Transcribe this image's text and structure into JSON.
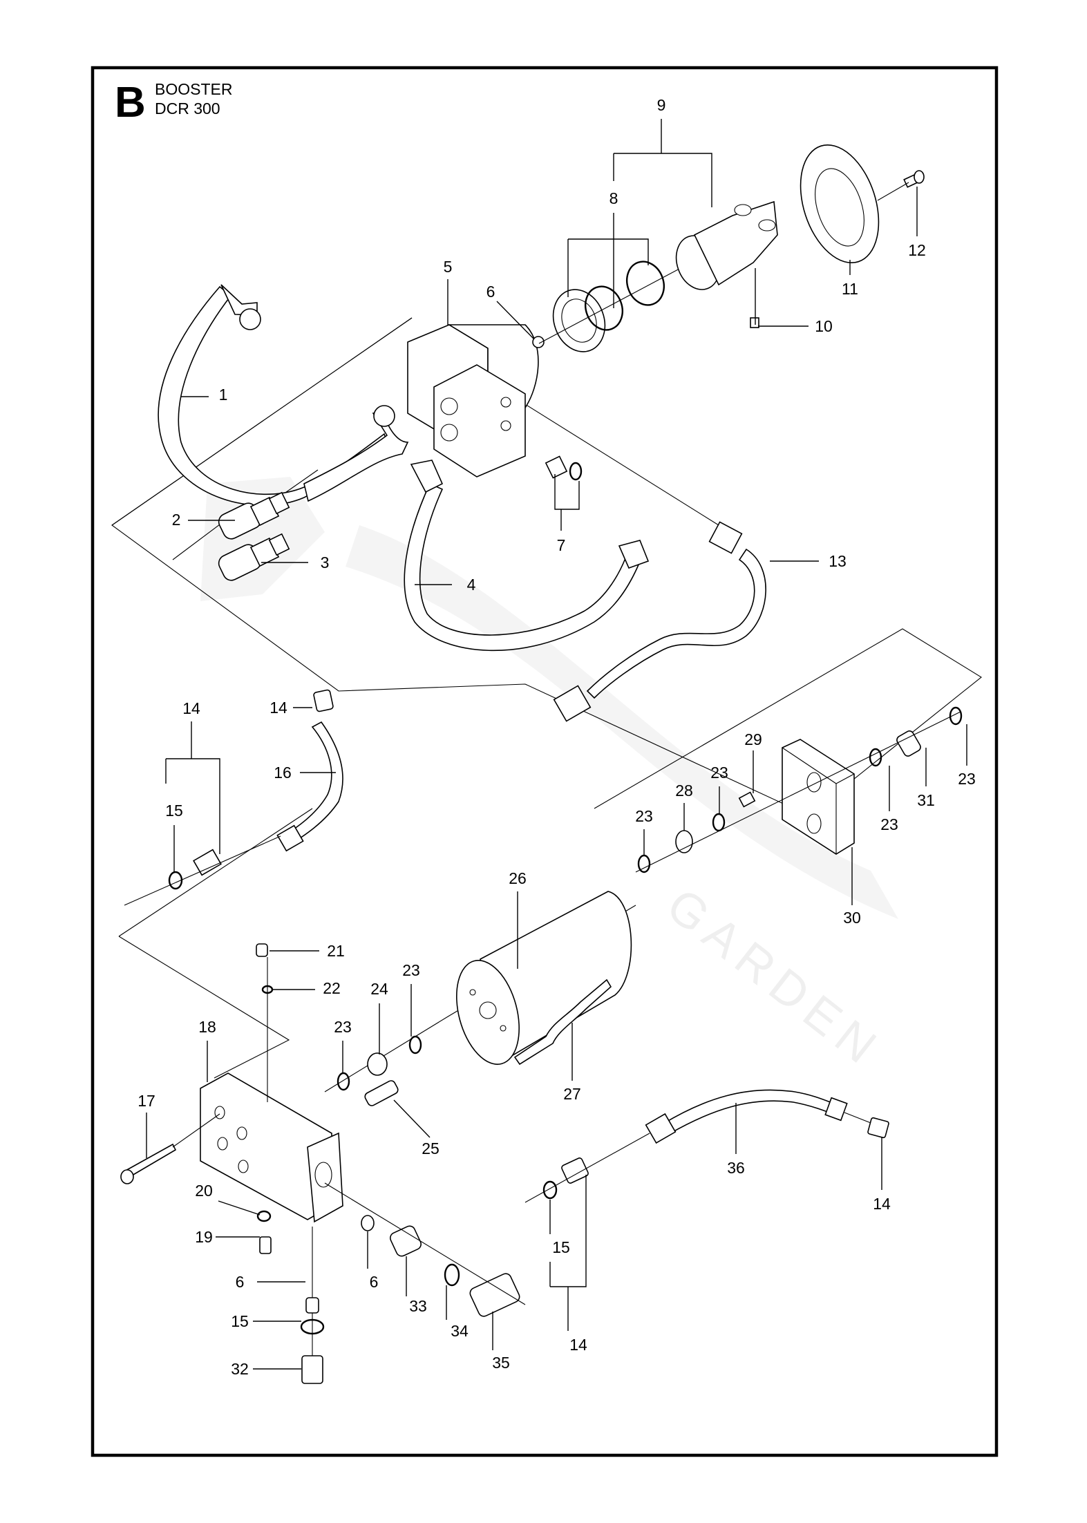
{
  "header": {
    "section_letter": "B",
    "title": "BOOSTER",
    "model": "DCR 300"
  },
  "watermark": {
    "subtext": "GARDEN"
  },
  "callouts": [
    {
      "id": "c1",
      "ref": "1"
    },
    {
      "id": "c2",
      "ref": "2"
    },
    {
      "id": "c3",
      "ref": "3"
    },
    {
      "id": "c4",
      "ref": "4"
    },
    {
      "id": "c5",
      "ref": "5"
    },
    {
      "id": "c6a",
      "ref": "6"
    },
    {
      "id": "c7",
      "ref": "7"
    },
    {
      "id": "c8",
      "ref": "8"
    },
    {
      "id": "c9",
      "ref": "9"
    },
    {
      "id": "c10",
      "ref": "10"
    },
    {
      "id": "c11",
      "ref": "11"
    },
    {
      "id": "c12",
      "ref": "12"
    },
    {
      "id": "c13",
      "ref": "13"
    },
    {
      "id": "c14a",
      "ref": "14"
    },
    {
      "id": "c14b",
      "ref": "14"
    },
    {
      "id": "c15a",
      "ref": "15"
    },
    {
      "id": "c16",
      "ref": "16"
    },
    {
      "id": "c29",
      "ref": "29"
    },
    {
      "id": "c23a",
      "ref": "23"
    },
    {
      "id": "c28",
      "ref": "28"
    },
    {
      "id": "c23b",
      "ref": "23"
    },
    {
      "id": "c30",
      "ref": "30"
    },
    {
      "id": "c23c",
      "ref": "23"
    },
    {
      "id": "c31",
      "ref": "31"
    },
    {
      "id": "c23d",
      "ref": "23"
    },
    {
      "id": "c26",
      "ref": "26"
    },
    {
      "id": "c21",
      "ref": "21"
    },
    {
      "id": "c22",
      "ref": "22"
    },
    {
      "id": "c23e",
      "ref": "23"
    },
    {
      "id": "c24",
      "ref": "24"
    },
    {
      "id": "c23f",
      "ref": "23"
    },
    {
      "id": "c18",
      "ref": "18"
    },
    {
      "id": "c25",
      "ref": "25"
    },
    {
      "id": "c27",
      "ref": "27"
    },
    {
      "id": "c17",
      "ref": "17"
    },
    {
      "id": "c20",
      "ref": "20"
    },
    {
      "id": "c19",
      "ref": "19"
    },
    {
      "id": "c6b",
      "ref": "6"
    },
    {
      "id": "c6c",
      "ref": "6"
    },
    {
      "id": "c15b",
      "ref": "15"
    },
    {
      "id": "c32",
      "ref": "32"
    },
    {
      "id": "c33",
      "ref": "33"
    },
    {
      "id": "c34",
      "ref": "34"
    },
    {
      "id": "c35",
      "ref": "35"
    },
    {
      "id": "c36",
      "ref": "36"
    },
    {
      "id": "c14c",
      "ref": "14"
    },
    {
      "id": "c15c",
      "ref": "15"
    },
    {
      "id": "c14d",
      "ref": "14"
    }
  ]
}
